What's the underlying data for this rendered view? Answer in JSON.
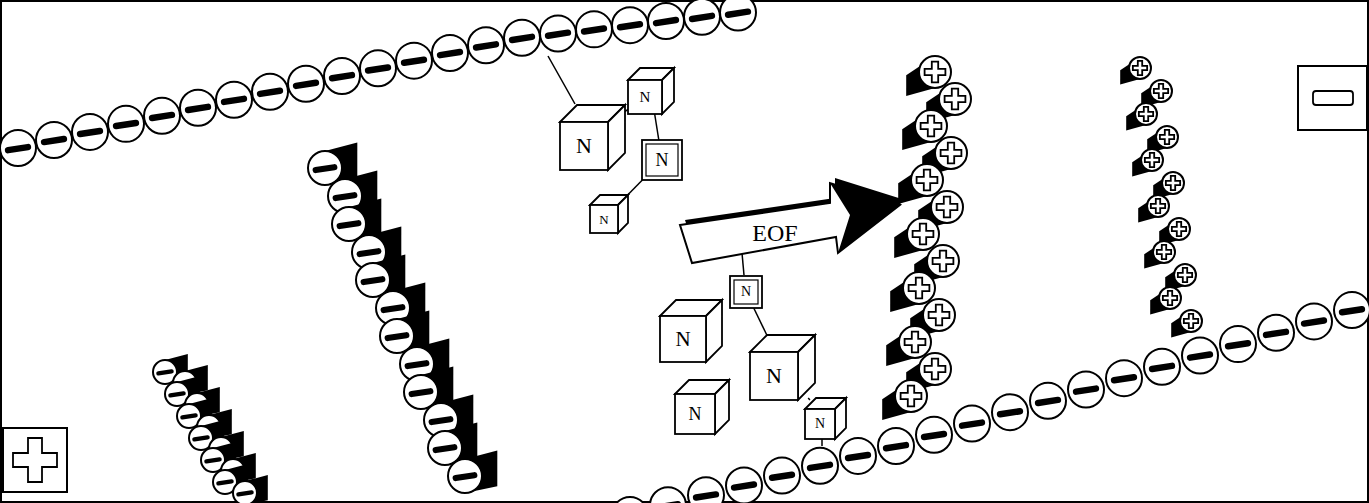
{
  "diagram": {
    "nodes": [
      {
        "text": [
          "N"
        ]
      },
      {
        "text": [
          "N"
        ]
      },
      {
        "text": [
          "N"
        ]
      },
      {
        "text": [
          "N"
        ]
      },
      {
        "text": [
          "EOF"
        ]
      },
      {
        "text": [
          "N"
        ]
      },
      {
        "text": [
          "N"
        ]
      },
      {
        "text": [
          "N"
        ]
      },
      {
        "text": [
          "N"
        ]
      },
      {
        "text": [
          "N"
        ]
      }
    ],
    "edges": [
      {
        "from": 0,
        "to": 1,
        "arrow": "none"
      },
      {
        "from": 1,
        "to": 2,
        "arrow": "none"
      },
      {
        "from": 2,
        "to": 3,
        "arrow": "none"
      },
      {
        "from": 5,
        "to": 7,
        "arrow": "none"
      },
      {
        "from": 7,
        "to": 9,
        "arrow": "none"
      }
    ]
  }
}
